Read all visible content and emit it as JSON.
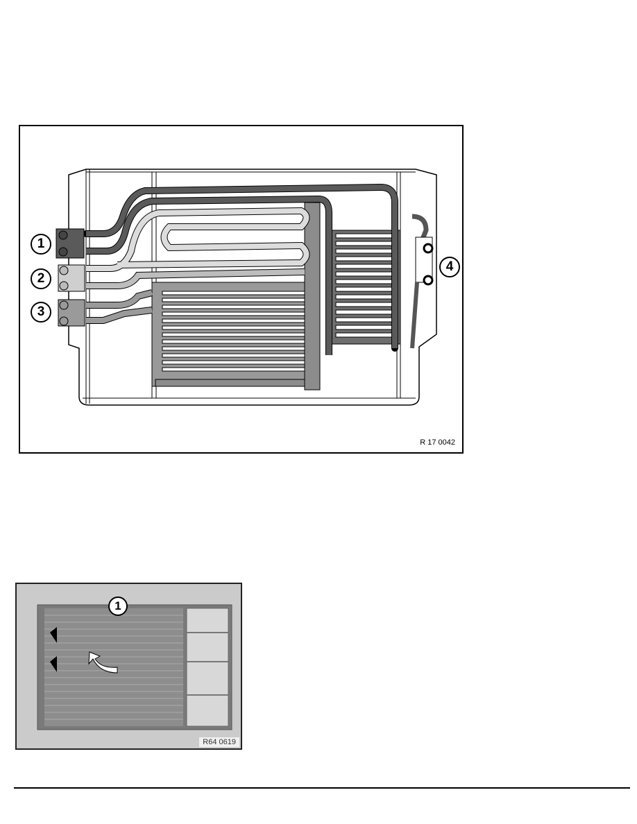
{
  "figures": [
    {
      "id": "fig1",
      "type": "line-drawing",
      "subject": "radiator / condenser assembly with oil cooler lines",
      "code": "R 17 0042",
      "callouts": [
        "1",
        "2",
        "3",
        "4"
      ]
    },
    {
      "id": "fig2",
      "type": "photo",
      "subject": "condenser in radiator frame",
      "code": "R64 0619",
      "callouts": [
        "1"
      ]
    }
  ],
  "colors": {
    "line_dark": "#555555",
    "line_medium": "#8c8c8c",
    "line_light": "#d6d6d6",
    "photo_bg": "#c8c8c8"
  }
}
